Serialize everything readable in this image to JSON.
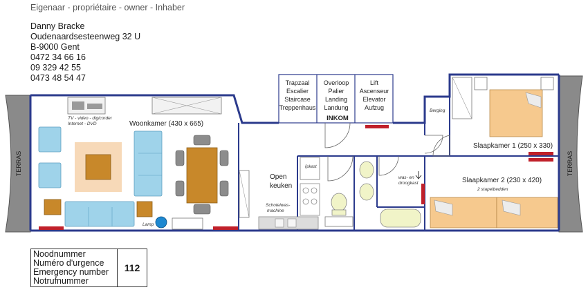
{
  "owner": {
    "header": "Eigenaar - propriétaire - owner - Inhaber",
    "name": "Danny Bracke",
    "street": "Oudenaardsesteenweg 32 U",
    "city": "B-9000 Gent",
    "phones": [
      "0472 34 66 16",
      "09 329 42 55",
      "0473 48 54 47"
    ]
  },
  "plan": {
    "terras_left": "TERRAS",
    "terras_right": "TERRAS",
    "tv_label": [
      "TV - video - digicorder",
      "Internet - DVD"
    ],
    "living_room": "Woonkamer (430 x 665)",
    "lamp": "Lamp",
    "stairs": [
      "Trapzaal",
      "Escalier",
      "Staircase",
      "Treppenhaus"
    ],
    "landing": [
      "Overloop",
      "Palier",
      "Landing",
      "Landung"
    ],
    "lift": [
      "Lift",
      "Ascenseur",
      "Elevator",
      "Aufzug"
    ],
    "entrance": "INKOM",
    "kitchen": [
      "Open",
      "keuken"
    ],
    "fridge": "ijskast",
    "dishwasher": [
      "Schotelwas-",
      "machine"
    ],
    "storage": "Berging",
    "laundry": [
      "was- en",
      "droogkast"
    ],
    "bedroom1": "Slaapkamer 1 (250 x 330)",
    "bedroom2": "Slaapkamer 2 (230 x 420)",
    "bunk_beds": "2 stapelbedden"
  },
  "emergency": {
    "labels": [
      "Noodnummer",
      "Numéro d'urgence",
      "Emergency number",
      "Notrufnummer"
    ],
    "number": "112"
  },
  "colors": {
    "wall": "#2b3a8c",
    "sofa": "#9fd3ea",
    "table": "#c8882a",
    "rug": "#f7d9b8",
    "radiator": "#c0202a",
    "bed": "#f6c98e"
  }
}
